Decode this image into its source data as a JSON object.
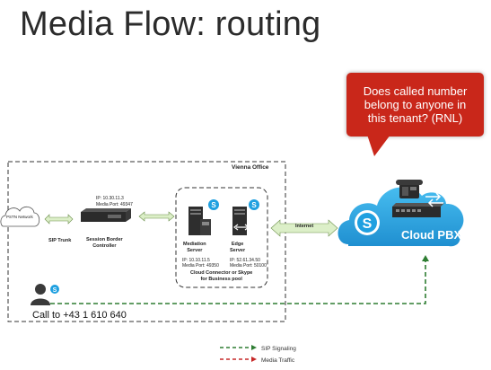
{
  "title": "Media Flow: routing",
  "callout": "Does called number belong to anyone in this tenant? (RNL)",
  "office_label": "Vienna Office",
  "pstn_label": "PSTN Network",
  "sip_trunk_label": "SIP Trunk",
  "sbc": {
    "ip": "IP: 10.30.11.3",
    "port": "Media Port: 49347",
    "name_line1": "Session Border",
    "name_line2": "Controller"
  },
  "mediation": {
    "name_line1": "Mediation",
    "name_line2": "Server",
    "ip": "IP: 10.10.11.5",
    "port": "Media Port: 49350"
  },
  "edge": {
    "name_line1": "Edge",
    "name_line2": "Server",
    "ip": "IP: 52.61.34.50",
    "port": "Media Port: 50100"
  },
  "pool_line1": "Cloud Connector or Skype",
  "pool_line2": "for Business pool",
  "internet_label": "Internet",
  "cloud_pbx_label": "Cloud PBX",
  "call_label": "Call to +43 1 610 640",
  "legend": {
    "sip_signaling": "SIP Signaling",
    "media_traffic": "Media Traffic"
  },
  "colors": {
    "signaling": "#2e7d32",
    "media": "#c62828",
    "callout": "#c9271a",
    "cloud": "#29a9e0",
    "arrow_fill": "#dcefc8",
    "skype": "#1fa0e0"
  }
}
